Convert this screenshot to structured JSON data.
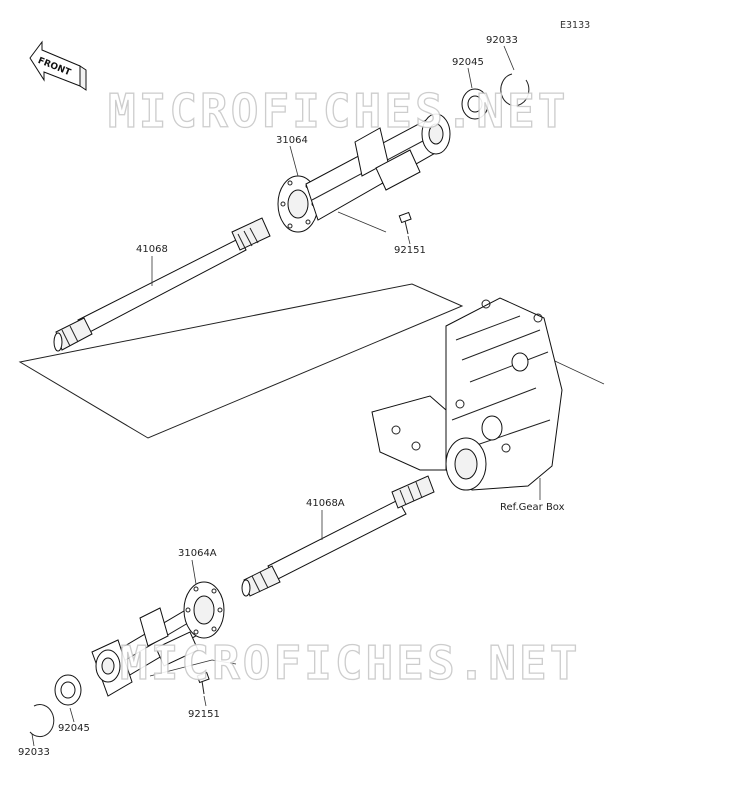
{
  "diagram_code": "E3133",
  "front_label": "FRONT",
  "watermark": "MICROFICHES.NET",
  "reference": "Ref.Gear Box",
  "parts": {
    "snap_ring_top": "92033",
    "bearing_top": "92045",
    "housing_top": "31064",
    "bolt_top": "92151",
    "shaft_top": "41068",
    "shaft_bottom": "41068A",
    "housing_bottom": "31064A",
    "bolt_bottom": "92151",
    "bearing_bottom": "92045",
    "snap_ring_bottom": "92033"
  }
}
